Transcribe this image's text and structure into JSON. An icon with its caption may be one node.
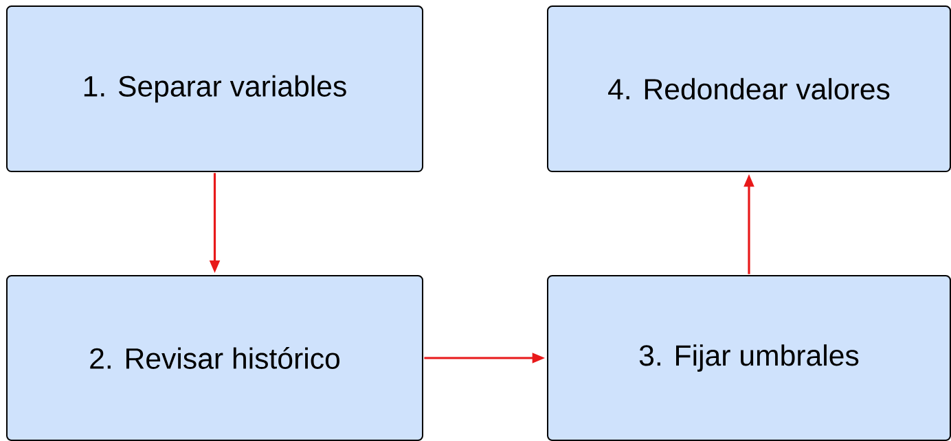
{
  "diagram": {
    "nodes": [
      {
        "text": [
          "1. Separar variables"
        ]
      },
      {
        "text": [
          "2. Revisar histórico"
        ]
      },
      {
        "text": [
          "3. Fijar umbrales"
        ]
      },
      {
        "text": [
          "4. Redondear valores"
        ]
      }
    ],
    "edges": [
      {
        "from": 0,
        "to": 1,
        "arrow": "to"
      },
      {
        "from": 1,
        "to": 2,
        "arrow": "to"
      },
      {
        "from": 2,
        "to": 3,
        "arrow": "to"
      }
    ]
  }
}
